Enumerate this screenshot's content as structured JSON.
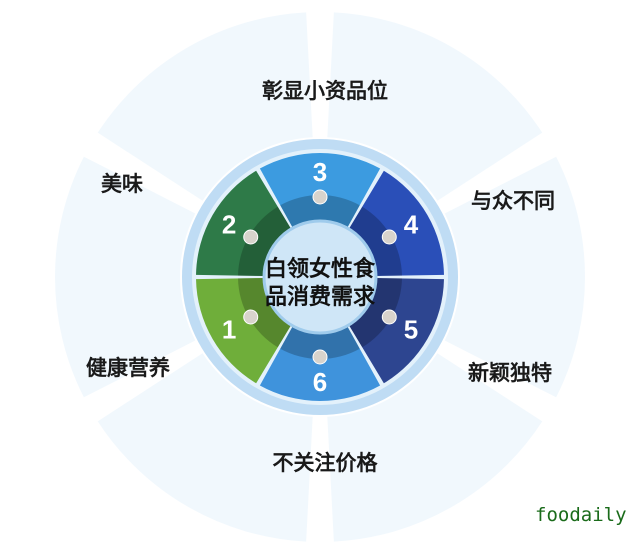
{
  "center_title": [
    "白领女性食",
    "品消费需求"
  ],
  "segments": [
    {
      "number": "1",
      "label": "健康营养",
      "color": "#6fae3a"
    },
    {
      "number": "2",
      "label": "美味",
      "color": "#2e7a48"
    },
    {
      "number": "3",
      "label": "彰显小资品位",
      "color": "#3c9be0"
    },
    {
      "number": "4",
      "label": "与众不同",
      "color": "#2a4fb8"
    },
    {
      "number": "5",
      "label": "新颖独特",
      "color": "#2d4590"
    },
    {
      "number": "6",
      "label": "不关注价格",
      "color": "#3f93dc"
    }
  ],
  "watermark": "foodaily"
}
